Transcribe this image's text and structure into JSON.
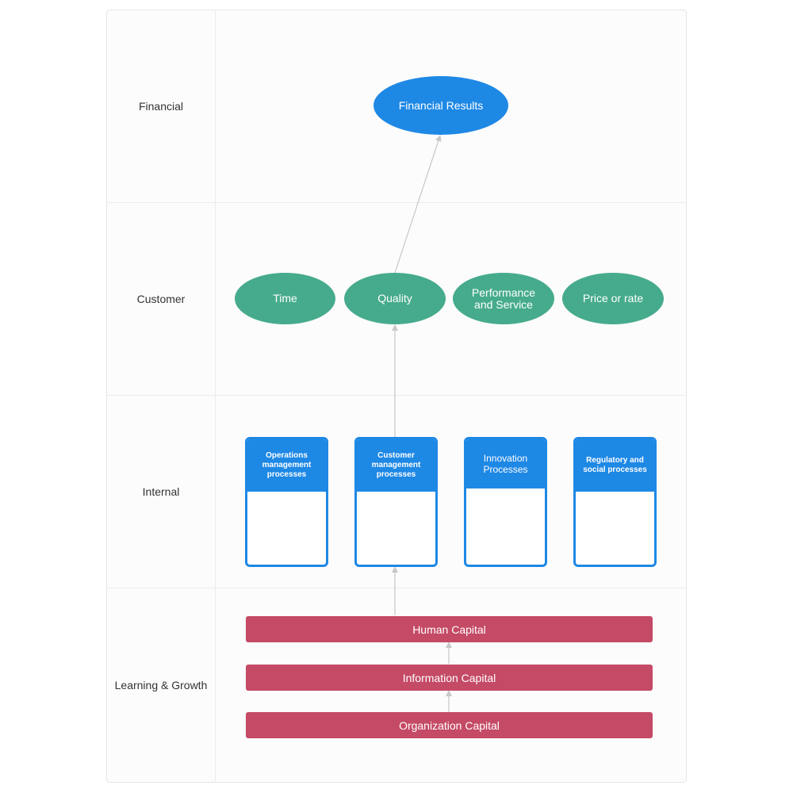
{
  "lanes": {
    "financial": "Financial",
    "customer": "Customer",
    "internal": "Internal",
    "learning": "Learning & Growth"
  },
  "financial": {
    "results": "Financial Results"
  },
  "customer": {
    "time": "Time",
    "quality": "Quality",
    "performance": "Performance and Service",
    "price": "Price or rate"
  },
  "internal": {
    "operations": "Operations management processes",
    "customer_mgmt": "Customer management processes",
    "innovation": "Innovation Processes",
    "regulatory": "Regulatory and social processes"
  },
  "learning": {
    "human": "Human Capital",
    "information": "Information Capital",
    "organization": "Organization Capital"
  },
  "colors": {
    "blue": "#1e88e5",
    "green": "#46ab8c",
    "crimson": "#c44a66",
    "connector": "#c8c8c8"
  }
}
